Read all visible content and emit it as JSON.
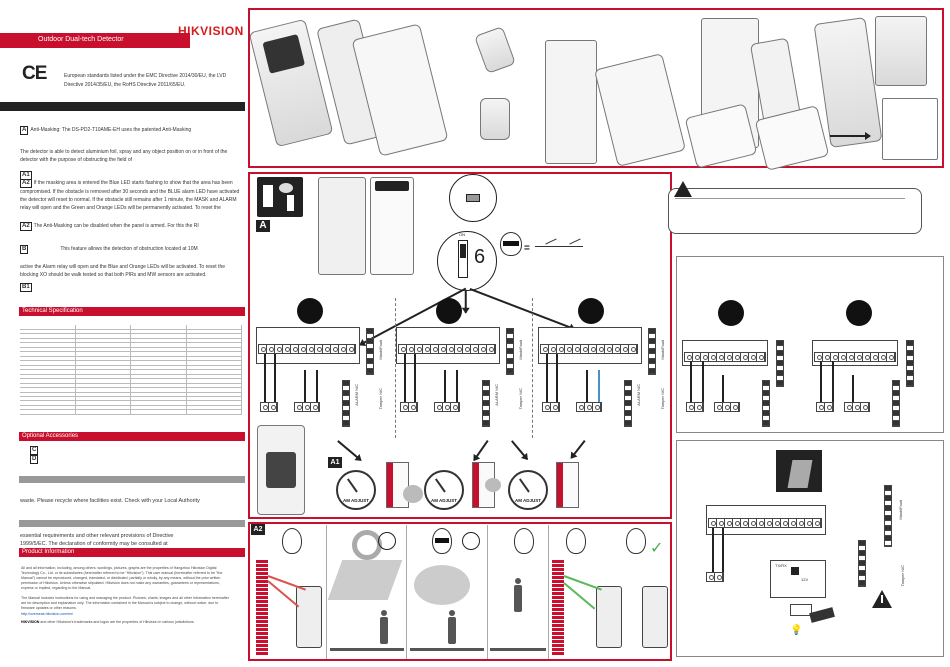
{
  "brand": "HIKVISION",
  "product_title": "Outdoor Dual-tech Detector",
  "ce_mark": "CE",
  "ce_text": "European standards listed under the  EMC Directive 2014/30/EU, the LVD Directive 2014/35/EU,  the RoHS Directive 2011/65/EU.",
  "sections": {
    "anti_masking_label": "A",
    "anti_masking_text": "Anti-Masking:   The DS-PD2-T10AME-EH uses the patented Anti-Masking",
    "detect_text": "The detector is able to detect aluminium foil, spray and any object position on or in front of the detector with the purpose of obstructing the field of",
    "a1_label": "A1",
    "a1_text": "If the masking area is entered the Blue LED starts flashing to show that the area has been compromised. If the obstacle is removed after 30 seconds and the BLUE alarm LED have activated the detector will reset to normal. If the obstacle still remains after 1 minute, the MASK and ALARM relay will open and the Green and Orange LEDs will be permanently activated. To reset the",
    "a2_label": "A2",
    "a2_text": "The Anti-Masking can be disabled when the panel is armed. For this the RI",
    "b_label": "B",
    "b_text": "This feature allows the detection of obstruction located at 10M",
    "b_text2": "active the Alarm relay will open and the Blue and Orange LEDs will be activated. To reset the blocking XO should be walk tested so that both PIRs and MW sensors are activated.",
    "b1_label": "B1",
    "tech_spec_title": "Technical Specification",
    "optional_accessories_title": "Optional Accessories",
    "acc_c": "C",
    "acc_d": "D",
    "recycle_text": "waste. Please recycle where facilities exist. Check with your Local Authority",
    "directive_text1": "essential requirements and other relevant provisions of Directive",
    "directive_text2": "1999/5/EC. The declaration of conformity may be consulted at",
    "product_info_title": "Product Information",
    "legal1": "All and all information, including, among others, wordings, pictures, graphs are the properties of Hangzhou Hikvision Digital Technology Co., Ltd. or its subsidiaries (hereinafter referred to be \"Hikvision\"). This user manual (hereinafter referred to be \"the Manual\") cannot be reproduced, changed, translated, or distributed, partially or wholly, by any means, without the prior written permission of Hikvision. Unless otherwise stipulated, Hikvision does not make any warranties, guarantees or representations, express or implied, regarding to the Manual.",
    "legal2": "The Manual includes instructions for using and managing the product. Pictures, charts, images and all other information hereinafter are for description and explanation only. The information contained in the Manual is subject to change, without notice, due to firmware updates or other reasons.",
    "legal_url": "http://overseas.hikvision.com/en/",
    "legal_trademark_brand": "HIKVISION",
    "legal3": "and other Hikvision's trademarks and logos are the properties of Hikvision in various jurisdictions."
  },
  "diagrams": {
    "panel_a_letter": "A",
    "panel_a1_letter": "A1",
    "panel_a2_letter": "A2",
    "dip_label": "ON",
    "dip_number": "6",
    "knob_label": "AM ADJUST",
    "terminal_label_mask": "Mask/Fault",
    "terminal_label_alarm": "ALARM N/C",
    "terminal_label_tamper": "Tamper N/C",
    "tr_label": "TX/RX",
    "power_label": "12V",
    "checkmark": "✓"
  }
}
